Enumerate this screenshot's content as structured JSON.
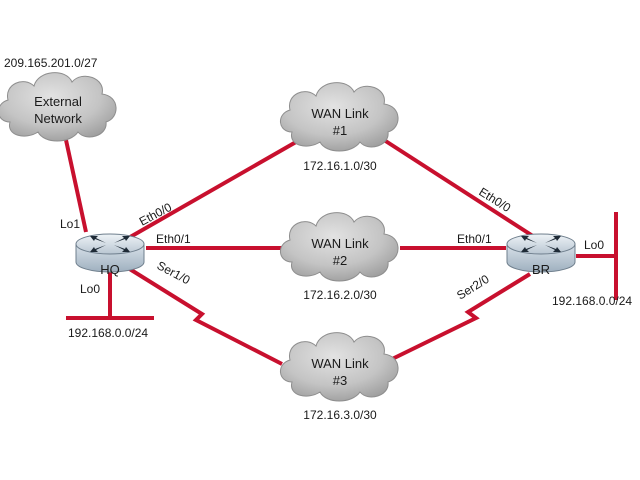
{
  "colors": {
    "link": "#c8102e",
    "cloud_fill": "#c9c9c9",
    "cloud_shade": "#9a9a9a",
    "router_body": "#cfd8e0",
    "router_top": "#aeb9c3"
  },
  "external": {
    "network_line1": "External",
    "network_line2": "Network",
    "subnet": "209.165.201.0/27"
  },
  "wan": [
    {
      "line1": "WAN Link",
      "line2": "#1",
      "subnet": "172.16.1.0/30"
    },
    {
      "line1": "WAN Link",
      "line2": "#2",
      "subnet": "172.16.2.0/30"
    },
    {
      "line1": "WAN Link",
      "line2": "#3",
      "subnet": "172.16.3.0/30"
    }
  ],
  "hq": {
    "name": "HQ",
    "lo1": "Lo1",
    "lo0": "Lo0",
    "lan_subnet": "192.168.0.0/24",
    "eth00": "Eth0/0",
    "eth01": "Eth0/1",
    "ser10": "Ser1/0"
  },
  "br": {
    "name": "BR",
    "lo0": "Lo0",
    "lan_subnet": "192.168.0.0/24",
    "eth00": "Eth0/0",
    "eth01": "Eth0/1",
    "ser20": "Ser2/0"
  }
}
